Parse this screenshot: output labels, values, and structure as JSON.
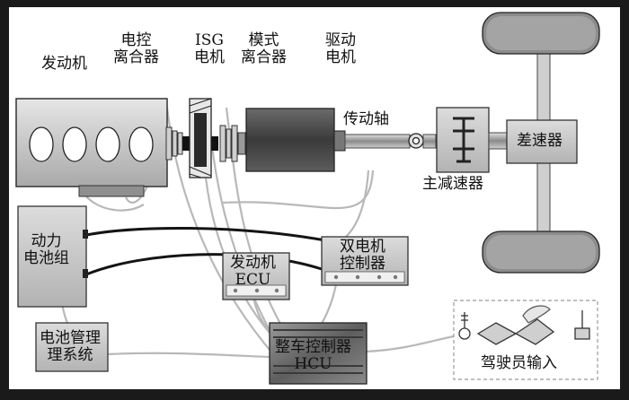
{
  "labels": {
    "engine": "发动机",
    "ecu_clutch": [
      "电控",
      "离合器"
    ],
    "isg_motor": [
      "ISG",
      "电机"
    ],
    "mode_clutch": [
      "模式",
      "离合器"
    ],
    "drive_motor": [
      "驱动",
      "电机"
    ],
    "drive_shaft": "传动轴",
    "final_drive": "主减速器",
    "differential": "差速器",
    "battery_pack": [
      "动力",
      "电池组"
    ],
    "engine_ecu": [
      "发动机",
      "ECU"
    ],
    "dual_motor_controller": [
      "双电机",
      "控制器"
    ],
    "bms": [
      "电池管理",
      "理系统"
    ],
    "hcu": [
      "整车控制器",
      "HCU"
    ],
    "driver_input": "驾驶员输入"
  },
  "colors": {
    "background": "#1a1a1a",
    "panel": "#ffffff",
    "component_light": "#d4d4d4",
    "component_dark": "#505050",
    "signal_line": "#b5b5b5",
    "power_cable": "#141414"
  }
}
